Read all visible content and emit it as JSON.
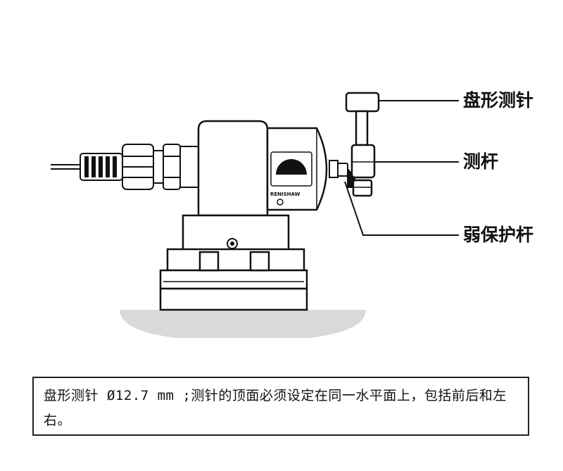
{
  "labels": {
    "disc_stylus": "盘形测针",
    "stylus_stem": "测杆",
    "breakable_stem": "弱保护杆"
  },
  "brand_mark": "RENISHAW",
  "note": "盘形测针 Ø12.7 mm ;测针的顶面必须设定在同一水平面上，包括前后和左右。",
  "colors": {
    "line": "#111111",
    "table_shadow": "#d9d9d9"
  }
}
